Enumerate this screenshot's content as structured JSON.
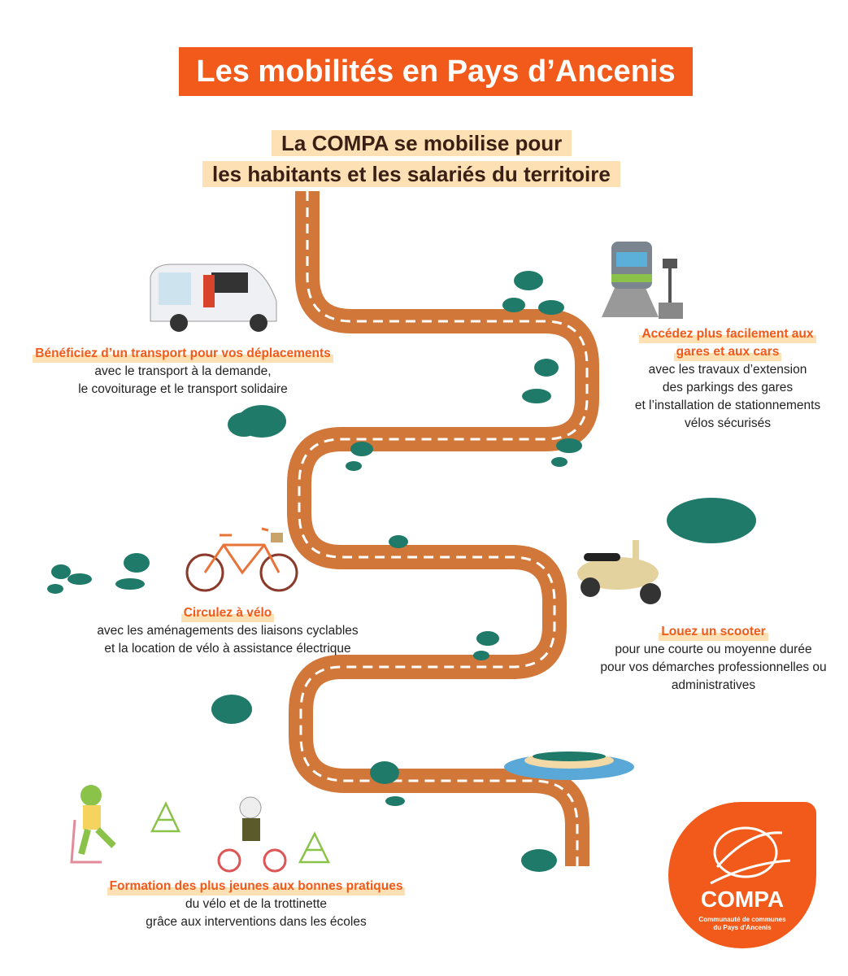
{
  "title": "Les mobilités en Pays d’Ancenis",
  "subtitle": {
    "line1": "La COMPA se mobilise pour",
    "line2": "les habitants et les salariés du territoire"
  },
  "sections": [
    {
      "heading": "Bénéficiez d’un transport pour vos déplacements",
      "lines": [
        "avec le transport à la demande,",
        "le covoiturage et le transport solidaire"
      ]
    },
    {
      "heading": "Accédez plus facilement aux",
      "heading2": "gares et aux cars",
      "lines": [
        "avec les travaux d’extension",
        "des parkings des gares",
        "et l’installation de stationnements",
        "vélos sécurisés"
      ]
    },
    {
      "heading": "Circulez à vélo",
      "lines": [
        "avec les aménagements des liaisons cyclables",
        "et la location de vélo à assistance électrique"
      ]
    },
    {
      "heading": "Louez un scooter",
      "lines": [
        "pour une courte ou moyenne durée",
        "pour vos démarches professionnelles ou",
        "administratives"
      ]
    },
    {
      "heading": "Formation des plus jeunes aux bonnes pratiques",
      "lines": [
        "du vélo et de la trottinette",
        "grâce aux interventions dans les écoles"
      ]
    }
  ],
  "logo": {
    "name": "COMPA",
    "tagline1": "Communauté de communes",
    "tagline2": "du Pays d’Ancenis"
  },
  "colors": {
    "orange": "#f15a1a",
    "road": "#d2773a",
    "highlight": "#fde0b4",
    "tree": "#1f7a6a"
  }
}
